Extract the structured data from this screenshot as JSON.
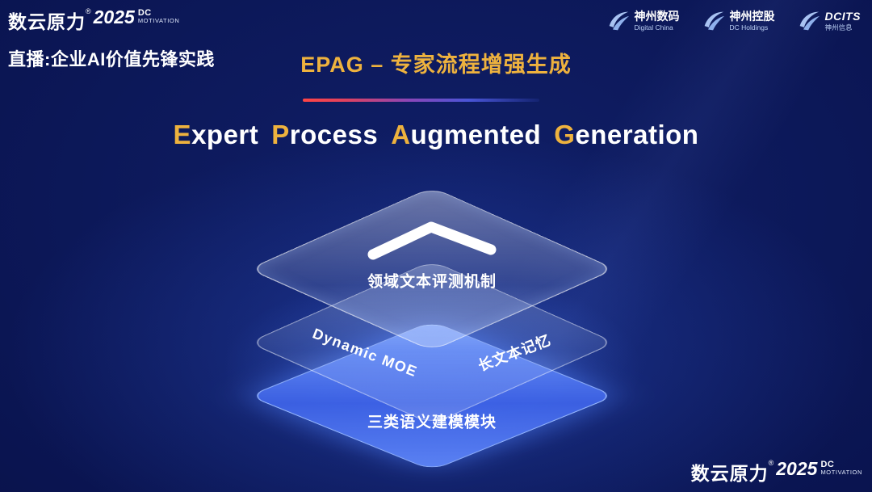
{
  "brand": {
    "name": "数云原力",
    "reg": "®",
    "year": "2025",
    "sub_line1": "DC",
    "sub_line2": "MOTIVATION"
  },
  "header": {
    "live_label": "直播:企业AI价值先锋实践",
    "title": "EPAG – 专家流程增强生成",
    "partner_logos": [
      {
        "name": "神州数码",
        "subtitle": "Digital China"
      },
      {
        "name": "神州控股",
        "subtitle": "DC Holdings"
      },
      {
        "name": "DCITS",
        "subtitle": "神州信息"
      }
    ]
  },
  "heading": {
    "words": [
      {
        "initial": "E",
        "rest": "xpert"
      },
      {
        "initial": "P",
        "rest": "rocess"
      },
      {
        "initial": "A",
        "rest": "ugmented"
      },
      {
        "initial": "G",
        "rest": "eneration"
      }
    ]
  },
  "diagram": {
    "layers": [
      {
        "id": "evaluation-layer",
        "label": "领域文本评测机制"
      },
      {
        "id": "memory-layer",
        "labels": [
          "Dynamic MOE",
          "长文本记忆"
        ]
      },
      {
        "id": "semantic-layer",
        "label": "三类语义建模模块"
      }
    ]
  },
  "colors": {
    "gold": "#eeb23e",
    "background_dark": "#050c30",
    "background_mid": "#0e1d63",
    "layer_blue": "#4a6ee8",
    "line_gradient_start": "#ff4545",
    "line_gradient_end": "#3c5ae0"
  }
}
